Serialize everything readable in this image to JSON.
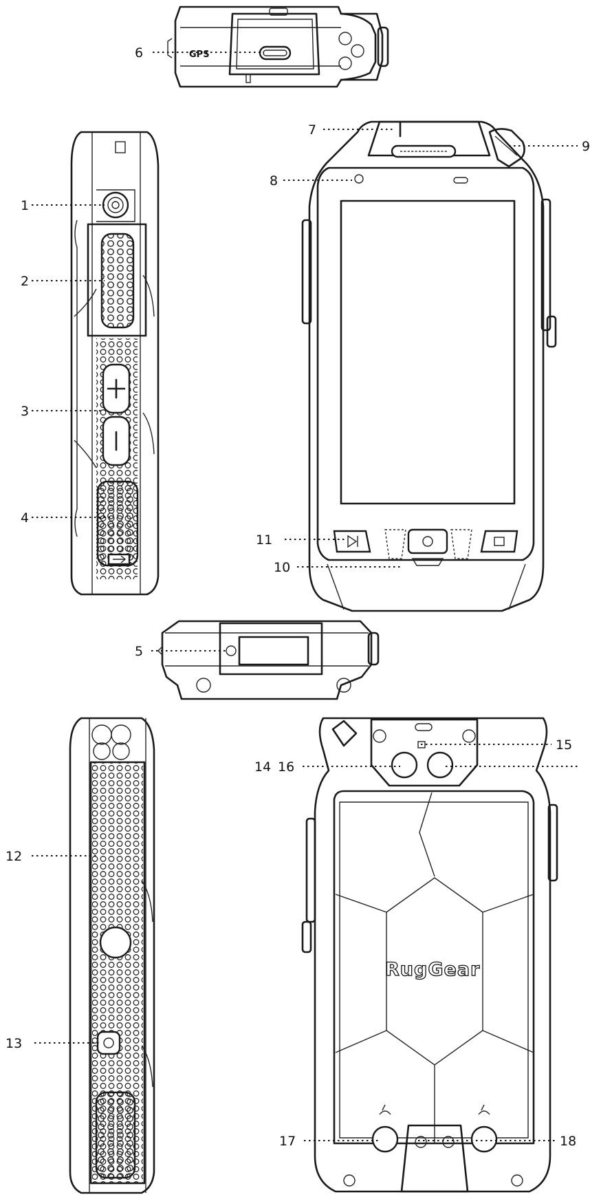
{
  "labels": {
    "gps_marking": "GPS",
    "brand_logo": "RugGear"
  },
  "callouts": [
    {
      "id": "c1",
      "text": "1"
    },
    {
      "id": "c2",
      "text": "2"
    },
    {
      "id": "c3",
      "text": "3"
    },
    {
      "id": "c4",
      "text": "4"
    },
    {
      "id": "c5",
      "text": "5"
    },
    {
      "id": "c6",
      "text": "6"
    },
    {
      "id": "c7",
      "text": "7"
    },
    {
      "id": "c8",
      "text": "8"
    },
    {
      "id": "c9",
      "text": "9"
    },
    {
      "id": "c10",
      "text": "10"
    },
    {
      "id": "c11",
      "text": "11"
    },
    {
      "id": "c12",
      "text": "12"
    },
    {
      "id": "c13",
      "text": "13"
    },
    {
      "id": "c14",
      "text": "14"
    },
    {
      "id": "c15",
      "text": "15"
    },
    {
      "id": "c16",
      "text": "16"
    },
    {
      "id": "c17",
      "text": "17"
    },
    {
      "id": "c18",
      "text": "18"
    }
  ]
}
